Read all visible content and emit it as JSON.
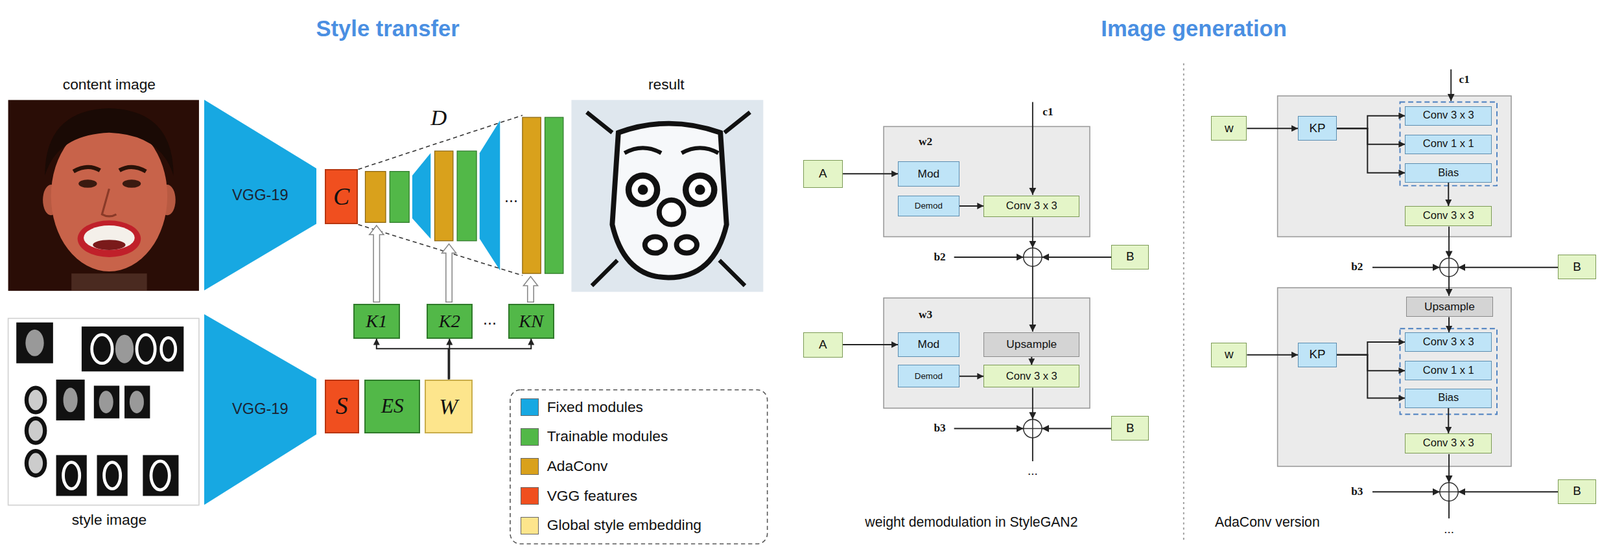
{
  "diagram": {
    "nodes": [
      {
        "text": [
          "VGG-19"
        ]
      },
      {
        "text": [
          "C"
        ]
      },
      {
        "text": [
          "K1"
        ]
      },
      {
        "text": [
          "K2"
        ]
      },
      {
        "text": [
          "KN"
        ]
      },
      {
        "text": [
          "VGG-19"
        ]
      },
      {
        "text": [
          "S"
        ]
      },
      {
        "text": [
          "ES"
        ]
      },
      {
        "text": [
          "W"
        ]
      },
      {
        "text": [
          "A"
        ]
      },
      {
        "text": [
          "Mod"
        ]
      },
      {
        "text": [
          "Demod"
        ]
      },
      {
        "text": [
          "Conv 3 x 3"
        ]
      },
      {
        "text": [
          "B"
        ]
      },
      {
        "text": [
          "A"
        ]
      },
      {
        "text": [
          "Mod"
        ]
      },
      {
        "text": [
          "Upsample"
        ]
      },
      {
        "text": [
          "Demod"
        ]
      },
      {
        "text": [
          "Conv 3 x 3"
        ]
      },
      {
        "text": [
          "B"
        ]
      },
      {
        "text": [
          "w"
        ]
      },
      {
        "text": [
          "KP"
        ]
      },
      {
        "text": [
          "Conv 3 x 3"
        ]
      },
      {
        "text": [
          "Conv 1 x 1"
        ]
      },
      {
        "text": [
          "Bias"
        ]
      },
      {
        "text": [
          "Conv 3 x 3"
        ]
      },
      {
        "text": [
          "B"
        ]
      },
      {
        "text": [
          "Upsample"
        ]
      },
      {
        "text": [
          "w"
        ]
      },
      {
        "text": [
          "KP"
        ]
      },
      {
        "text": [
          "Conv 3 x 3"
        ]
      },
      {
        "text": [
          "Conv 1 x 1"
        ]
      },
      {
        "text": [
          "Bias"
        ]
      },
      {
        "text": [
          "Conv 3 x 3"
        ]
      },
      {
        "text": [
          "B"
        ]
      }
    ],
    "edges": [
      {
        "from": 8,
        "to": 2,
        "arrow": "to"
      },
      {
        "from": 8,
        "to": 3,
        "arrow": "to"
      },
      {
        "from": 8,
        "to": 4,
        "arrow": "to"
      },
      {
        "from": 9,
        "to": 10,
        "arrow": "to"
      },
      {
        "from": 11,
        "to": 12,
        "arrow": "to"
      },
      {
        "from": 14,
        "to": 15,
        "arrow": "to"
      },
      {
        "from": 16,
        "to": 18,
        "arrow": "to"
      },
      {
        "from": 17,
        "to": 18,
        "arrow": "to"
      },
      {
        "from": 20,
        "to": 21,
        "arrow": "to"
      },
      {
        "from": 21,
        "to": 22,
        "arrow": "to"
      },
      {
        "from": 21,
        "to": 23,
        "arrow": "to"
      },
      {
        "from": 21,
        "to": 24,
        "arrow": "to"
      },
      {
        "from": 24,
        "to": 25,
        "arrow": "to"
      },
      {
        "from": 27,
        "to": 30,
        "arrow": "to"
      },
      {
        "from": 28,
        "to": 29,
        "arrow": "to"
      },
      {
        "from": 29,
        "to": 30,
        "arrow": "to"
      },
      {
        "from": 29,
        "to": 31,
        "arrow": "to"
      },
      {
        "from": 29,
        "to": 32,
        "arrow": "to"
      },
      {
        "from": 32,
        "to": 33,
        "arrow": "to"
      }
    ],
    "labels": [
      "Style transfer",
      "Image generation",
      "content image",
      "result",
      "D",
      "...",
      "...",
      "style image",
      "w2",
      "c1",
      "b2",
      "w3",
      "b3",
      "...",
      "weight demodulation in StyleGAN2",
      "c1",
      "b2",
      "b3",
      "...",
      "AdaConv version"
    ],
    "legend": [
      {
        "text": "Fixed modules",
        "color": "#17a8e2"
      },
      {
        "text": "Trainable modules",
        "color": "#52b848"
      },
      {
        "text": "AdaConv",
        "color": "#d9a11c"
      },
      {
        "text": "VGG features",
        "color": "#f04f1f"
      },
      {
        "text": "Global style embedding",
        "color": "#fde58c"
      }
    ]
  }
}
